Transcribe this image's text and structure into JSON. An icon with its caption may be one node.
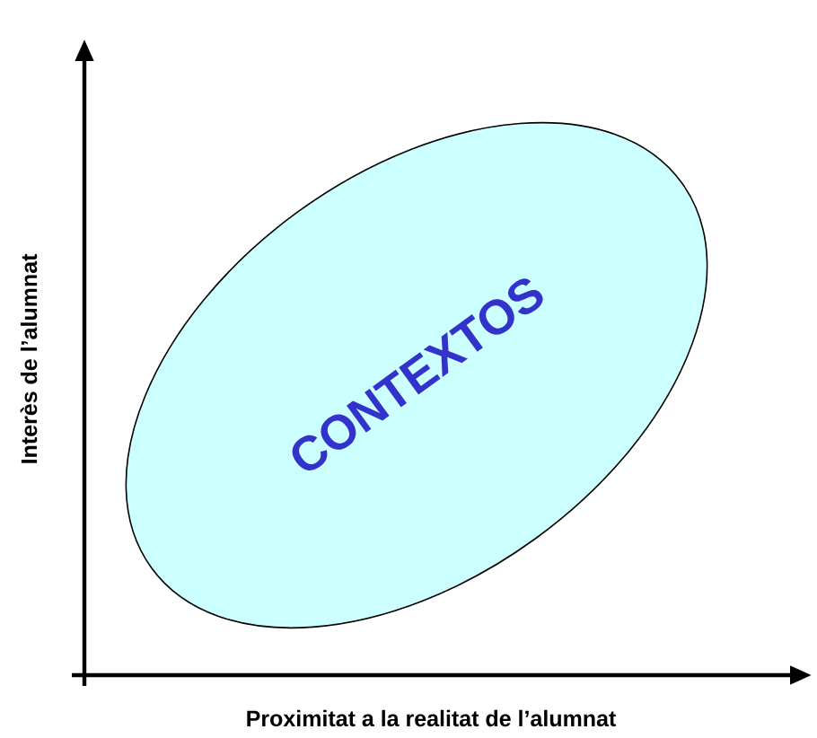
{
  "diagram": {
    "nodes": [
      {
        "text": [
          "CONTEXTOS"
        ]
      }
    ],
    "labels": [
      "Interès de l’alumnat",
      "Proximitat a la realitat de l’alumnat"
    ]
  }
}
